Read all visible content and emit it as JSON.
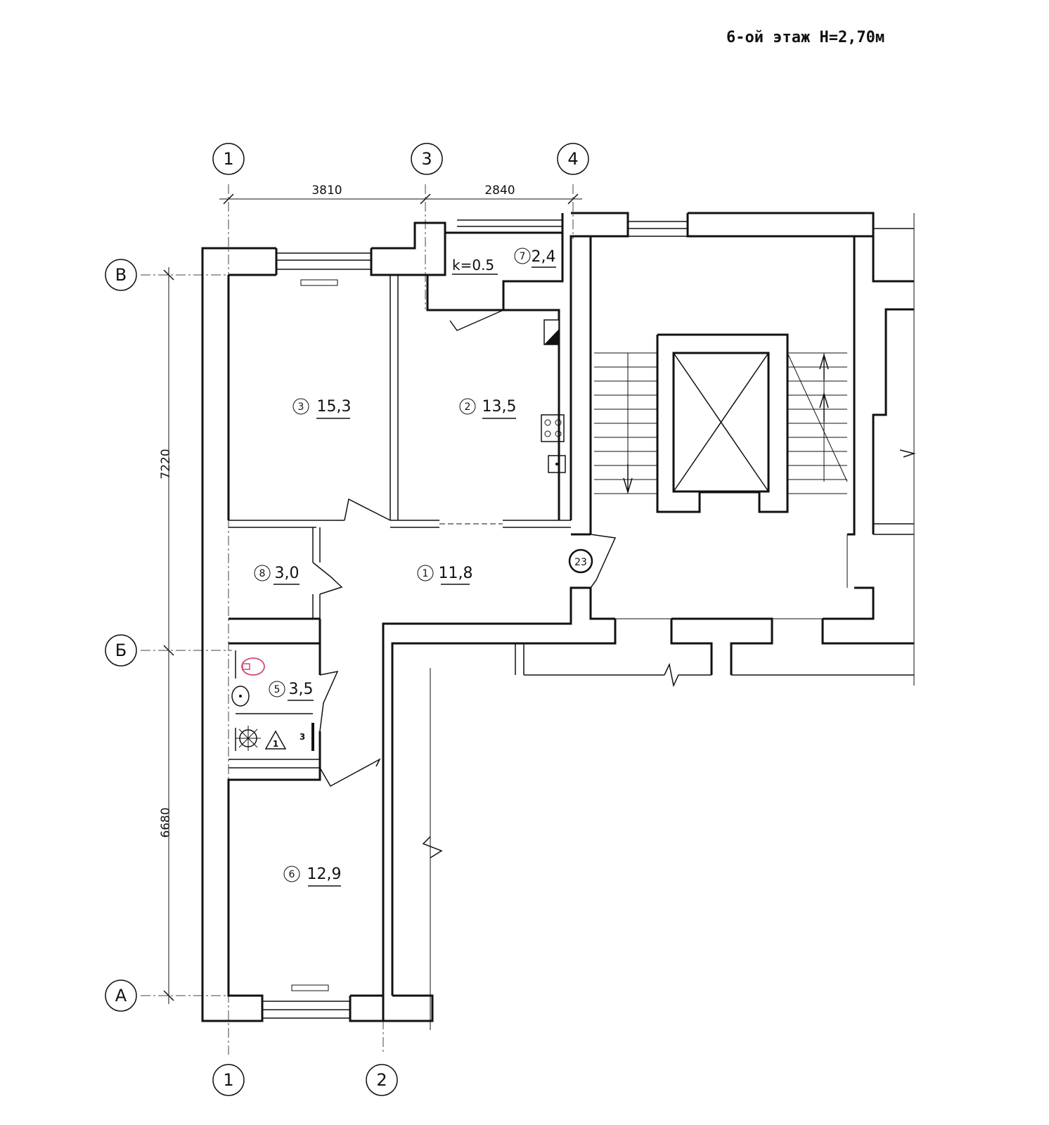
{
  "header": {
    "floor_title": "6-ой этаж Н=2,70м"
  },
  "axes": {
    "top": [
      "1",
      "3",
      "4"
    ],
    "bottom": [
      "1",
      "2"
    ],
    "left": [
      "В",
      "Б",
      "А"
    ]
  },
  "dimensions": {
    "top": [
      "3810",
      "2840"
    ],
    "left": [
      "7220",
      "6680"
    ]
  },
  "rooms": [
    {
      "num": "1",
      "area": "11,8"
    },
    {
      "num": "2",
      "area": "13,5"
    },
    {
      "num": "3",
      "area": "15,3"
    },
    {
      "num": "5",
      "area": "3,5"
    },
    {
      "num": "6",
      "area": "12,9"
    },
    {
      "num": "7",
      "area": "2,4"
    },
    {
      "num": "8",
      "area": "3,0"
    }
  ],
  "balcony_coefficient": "k=0.5",
  "apartment_mark": "23",
  "boiler_mark": "1",
  "meter_mark": "3"
}
